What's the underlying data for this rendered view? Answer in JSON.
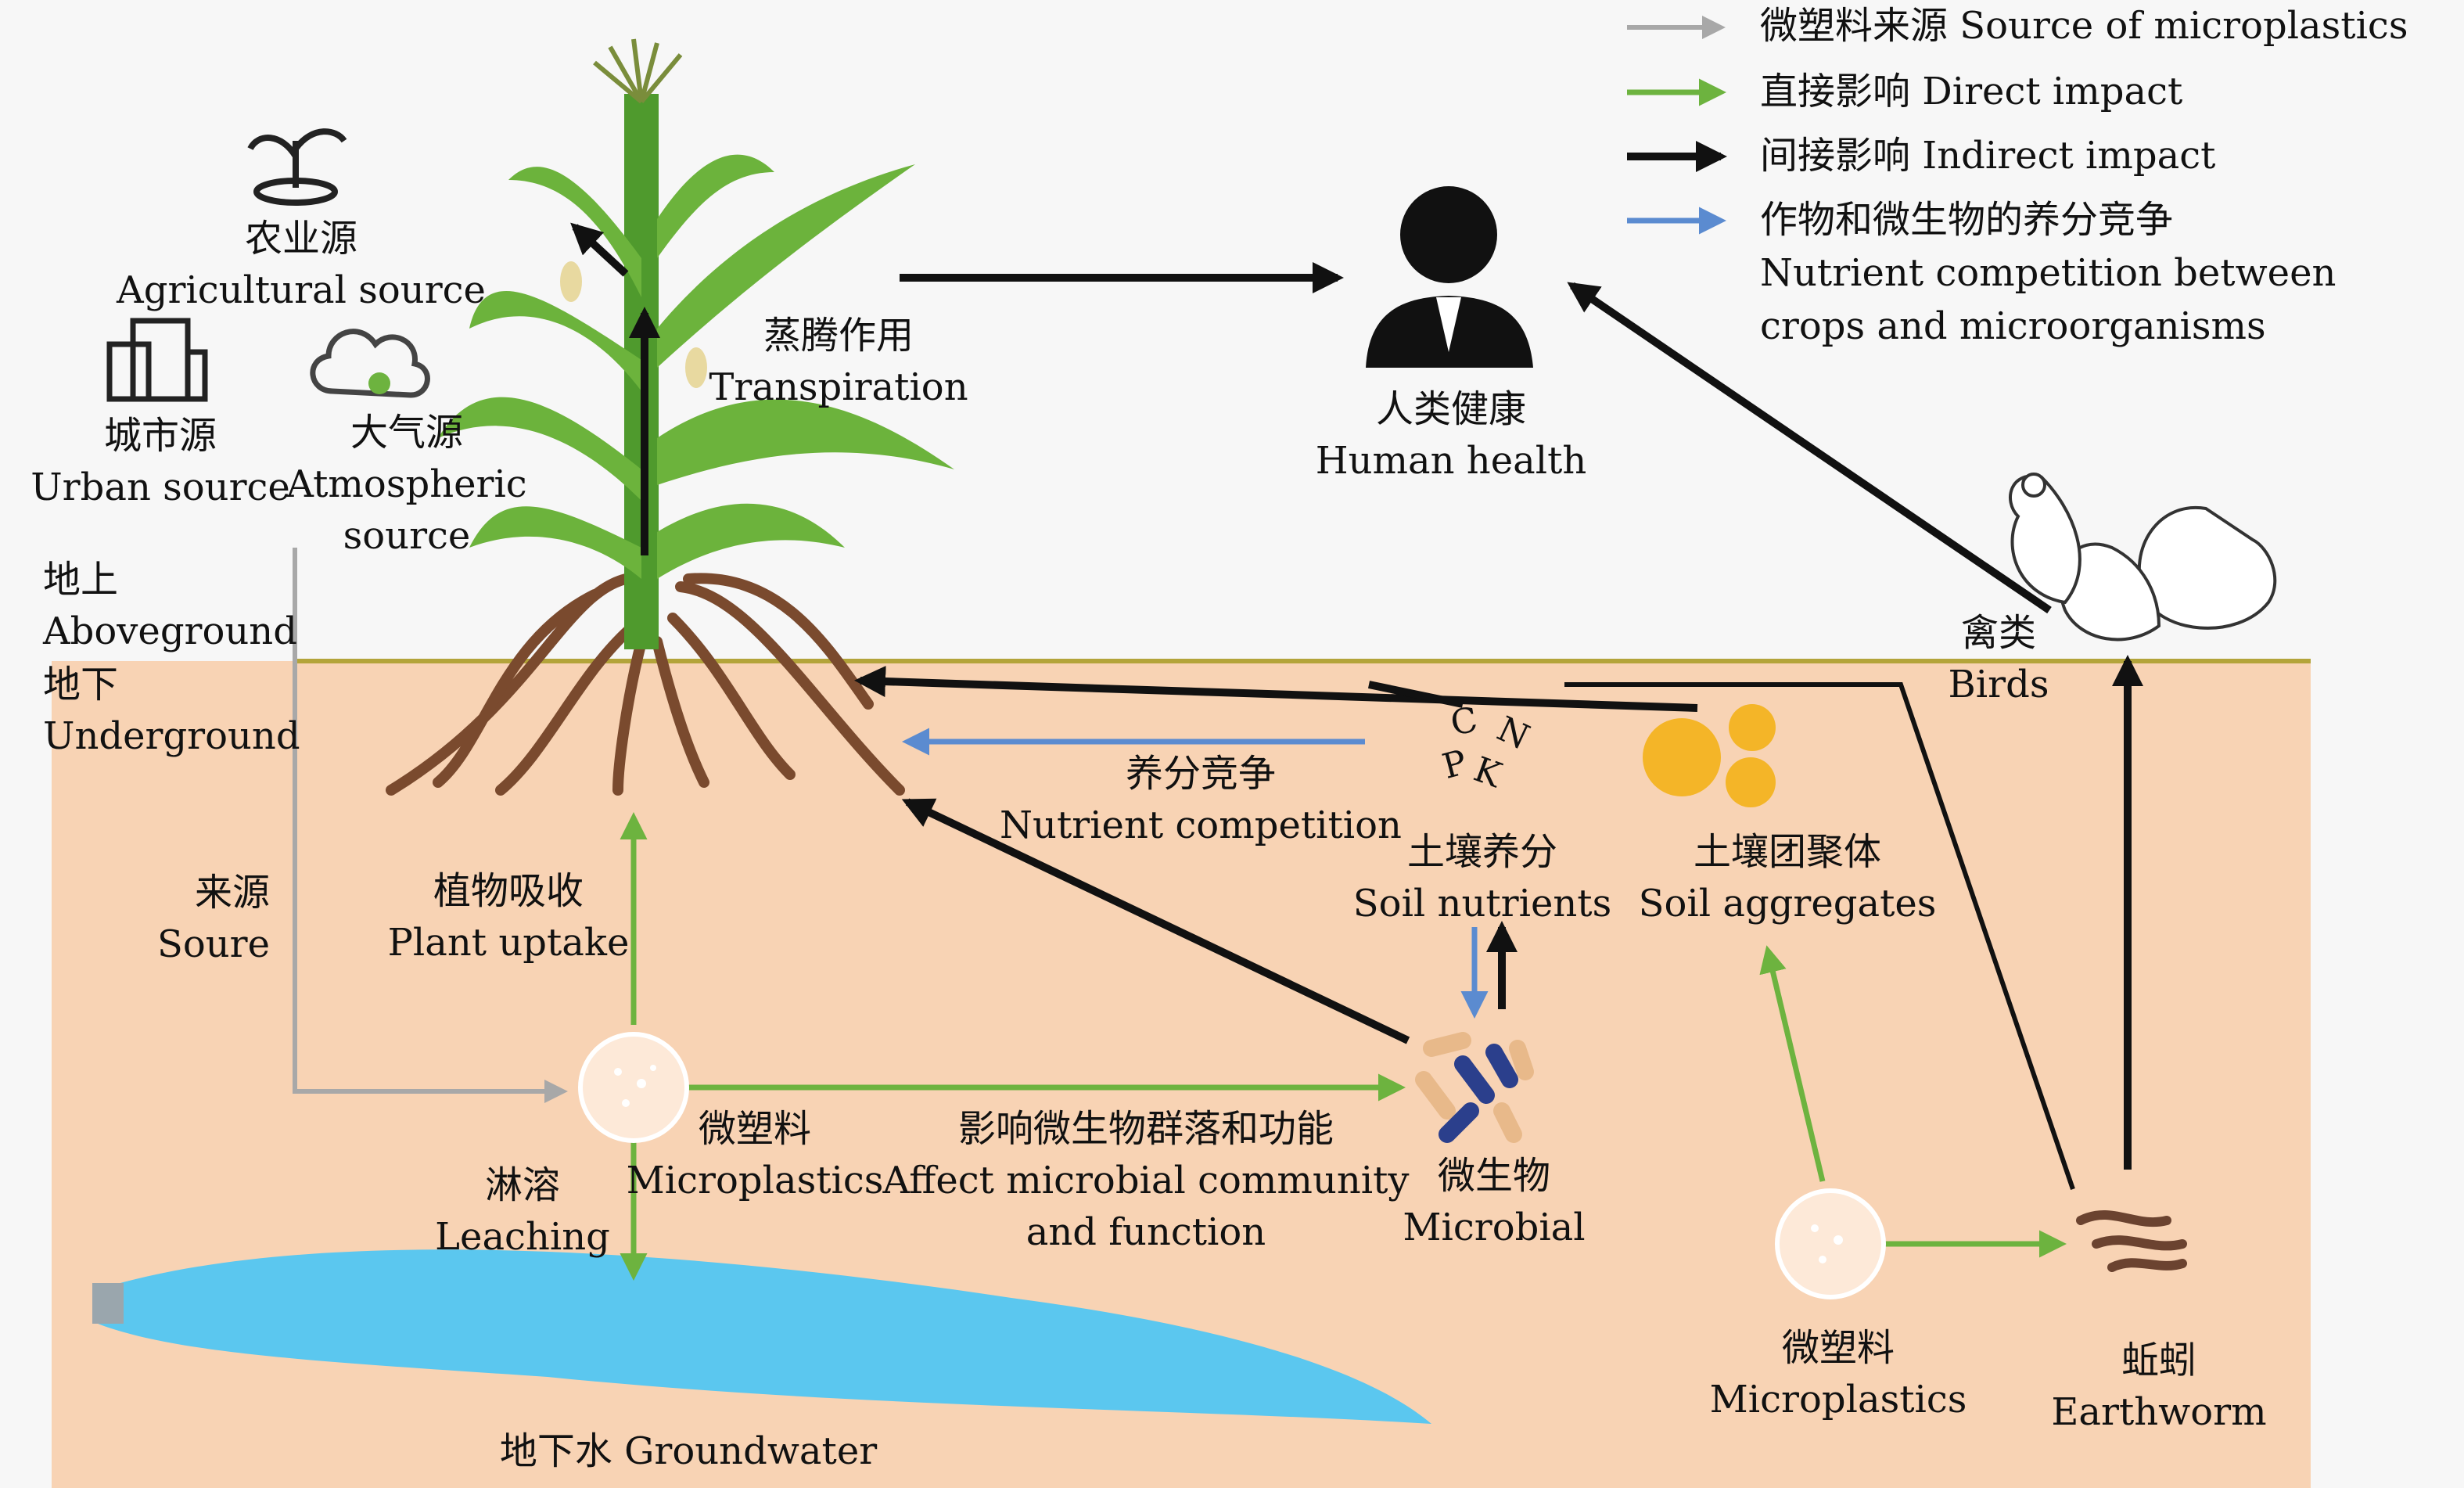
{
  "legend": {
    "source": "微塑料来源 Source of microplastics",
    "direct": "直接影响 Direct impact",
    "indirect": "间接影响 Indirect impact",
    "competition_line1": "作物和微生物的养分竞争",
    "competition_line2": "Nutrient competition between",
    "competition_line3": "crops and microorganisms"
  },
  "sources": {
    "agricultural_cn": "农业源",
    "agricultural_en": "Agricultural source",
    "urban_cn": "城市源",
    "urban_en": "Urban source",
    "atmospheric_cn": "大气源",
    "atmospheric_en1": "Atmospheric",
    "atmospheric_en2": "source"
  },
  "zones": {
    "above_cn": "地上",
    "above_en": "Aboveground",
    "under_cn": "地下",
    "under_en": "Underground",
    "source_cn": "来源",
    "source_en": "Soure"
  },
  "process": {
    "transpiration_cn": "蒸腾作用",
    "transpiration_en": "Transpiration",
    "human_cn": "人类健康",
    "human_en": "Human health",
    "birds_cn": "禽类",
    "birds_en": "Birds",
    "competition_cn": "养分竞争",
    "competition_en": "Nutrient competition",
    "uptake_cn": "植物吸收",
    "uptake_en": "Plant uptake",
    "mp_cn": "微塑料",
    "mp_en": "Microplastics",
    "leaching_cn": "淋溶",
    "leaching_en": "Leaching",
    "affect_cn": "影响微生物群落和功能",
    "affect_en1": "Affect microbial community",
    "affect_en2": "and function",
    "microbial_cn": "微生物",
    "microbial_en": "Microbial",
    "nutrients_cn": "土壤养分",
    "nutrients_en": "Soil nutrients",
    "aggregates_cn": "土壤团聚体",
    "aggregates_en": "Soil aggregates",
    "mp2_cn": "微塑料",
    "mp2_en": "Microplastics",
    "earthworm_cn": "蚯蚓",
    "earthworm_en": "Earthworm",
    "groundwater": "地下水 Groundwater",
    "c": "C",
    "n": "N",
    "p": "P",
    "k": "K"
  },
  "colors": {
    "soil": "#f8d3b4",
    "ground_line": "#b3a43a",
    "water": "#5bc7ef",
    "direct": "#6db33f",
    "indirect": "#111111",
    "source": "#a8a8a8",
    "competition": "#5b8bd0",
    "aggregate": "#f4b528",
    "root": "#7a4a2e",
    "leaf": "#6cb33c"
  },
  "icons": [
    "sprout-icon",
    "building-icon",
    "cloud-icon",
    "person-icon",
    "bird-icon",
    "bacteria-icon",
    "earthworm-icon"
  ]
}
